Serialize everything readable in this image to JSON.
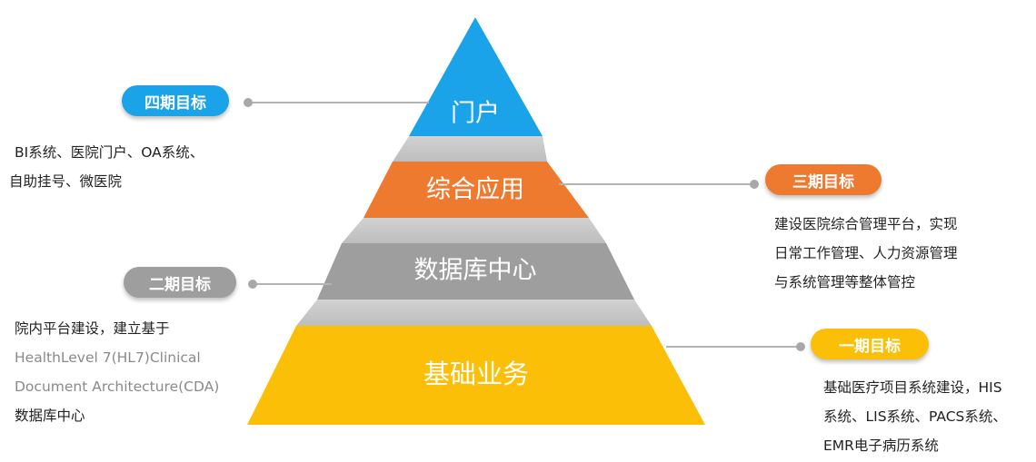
{
  "colors": {
    "blue": "#1AA3E8",
    "orange": "#EE7A30",
    "gray": "#9E9E9E",
    "yellow": "#FBBF08",
    "connector": "#B3B3B3",
    "band": "#C6C6C6"
  },
  "tiers": [
    {
      "label": "门户"
    },
    {
      "label": "综合应用"
    },
    {
      "label": "数据库中心"
    },
    {
      "label": "基础业务"
    }
  ],
  "phases": {
    "phase4": {
      "badge": "四期目标",
      "lines": [
        "BI系统、医院门户、OA系统、",
        "自助挂号、微医院"
      ]
    },
    "phase3": {
      "badge": "三期目标",
      "lines": [
        "建设医院综合管理平台，实现",
        "日常工作管理、人力资源管理",
        "与系统管理等整体管控"
      ]
    },
    "phase2": {
      "badge": "二期目标",
      "lines": [
        "院内平台建设，建立基于",
        "HealthLevel 7(HL7)Clinical",
        "Document Architecture(CDA)",
        "数据库中心"
      ]
    },
    "phase1": {
      "badge": "一期目标",
      "lines": [
        "基础医疗项目系统建设，HIS",
        "系统、LIS系统、PACS系统、",
        "EMR电子病历系统"
      ]
    }
  }
}
